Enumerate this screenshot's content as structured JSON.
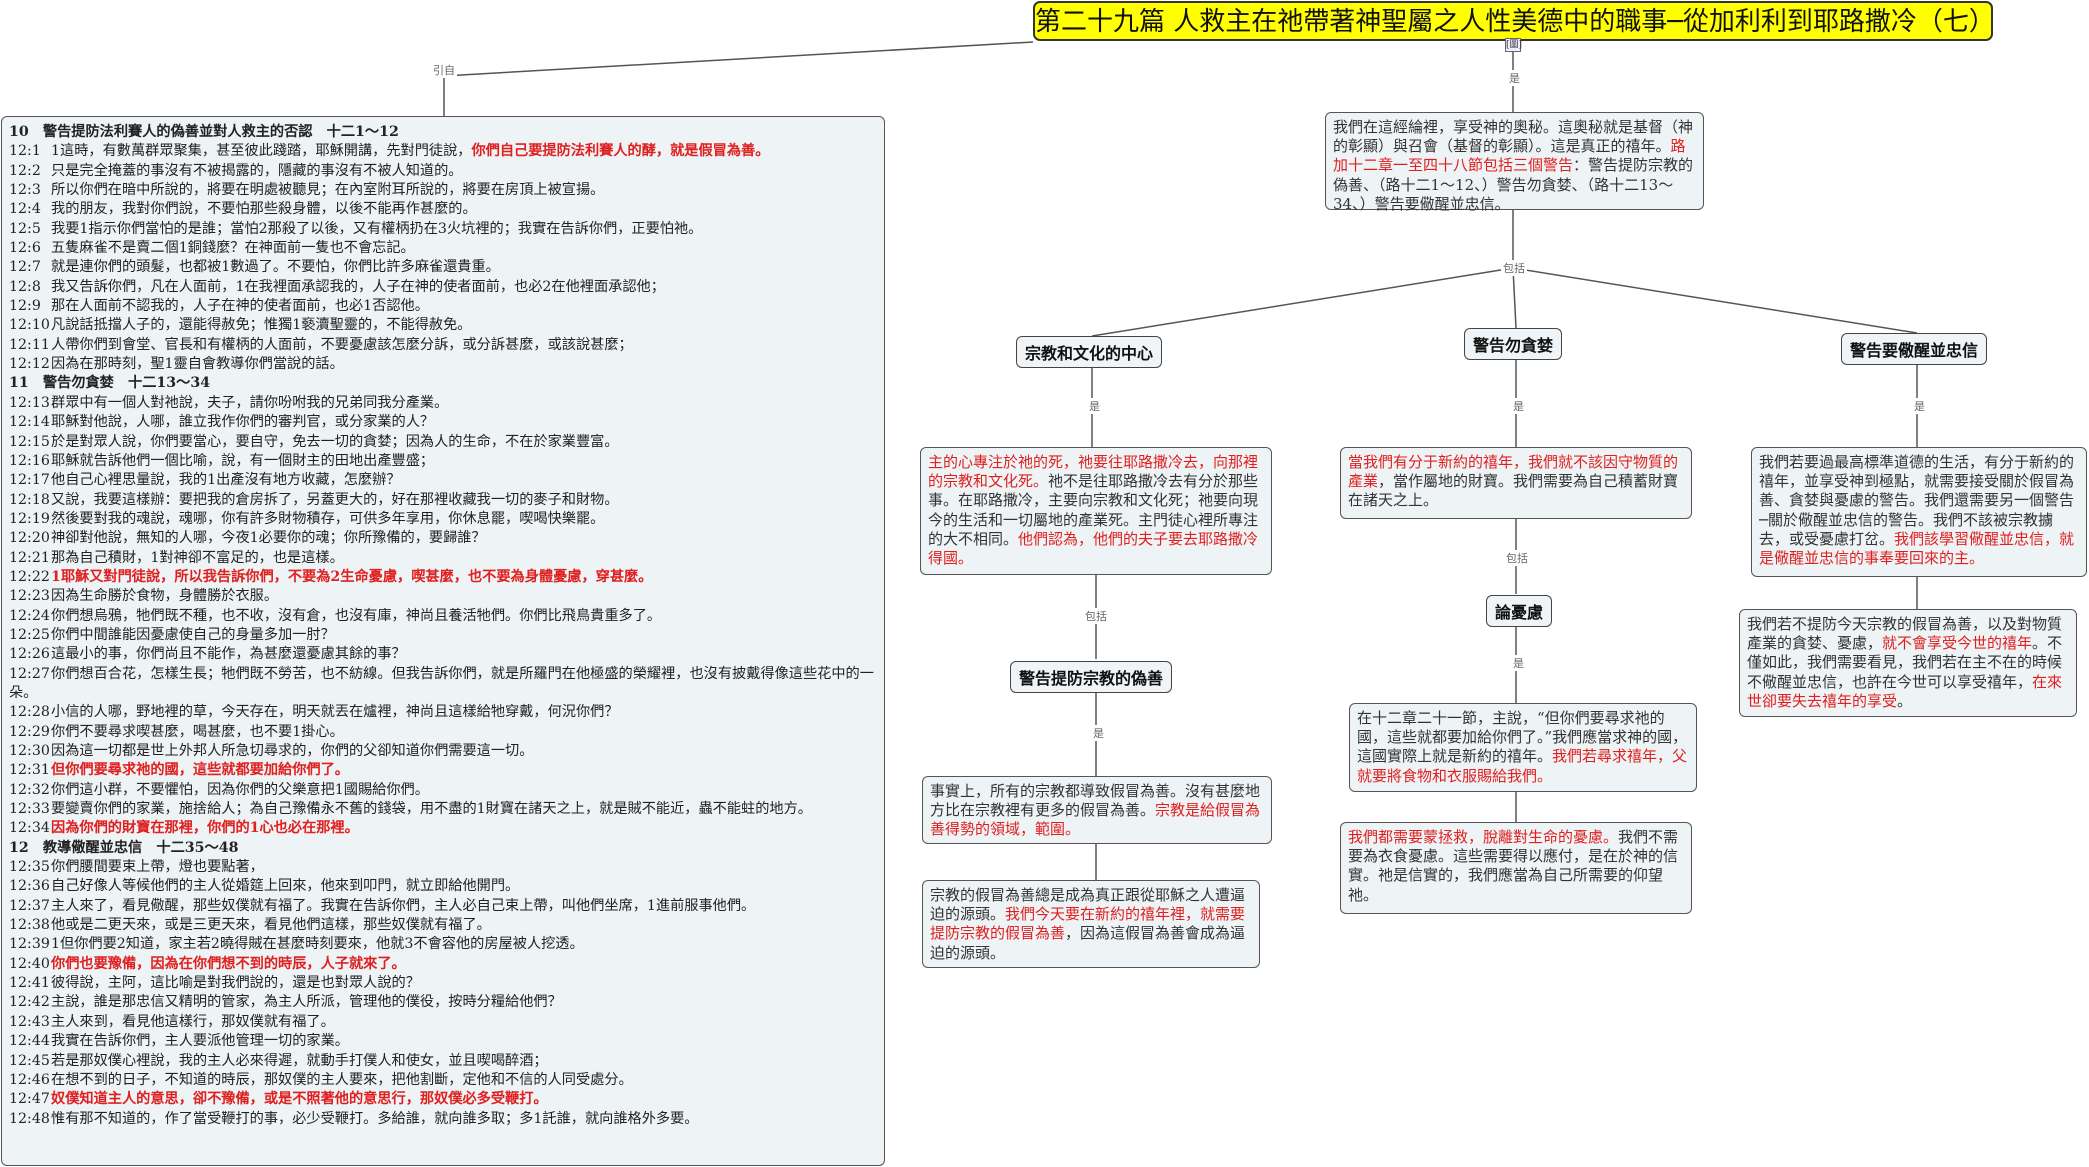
{
  "title": "第二十九篇 人救主在祂帶著神聖屬之人性美德中的職事─從加利利到耶路撒冷（七）",
  "connector_labels": {
    "yinbai": "引自",
    "shi": "是",
    "baokuo": "包括"
  },
  "node_icon": "[圖]",
  "colors": {
    "title_bg": "#ffff00",
    "box_bg": "#eef3f5",
    "highlight": "#e02020"
  },
  "left_sections": [
    {
      "heading": "10　警告提防法利賽人的偽善並對人救主的否認　十二1～12",
      "verses": [
        {
          "num": "12:1",
          "parts": [
            {
              "t": "1這時，有數萬群眾聚集，甚至彼此踐踏，耶穌開講，先對門徒說，",
              "s": "n"
            },
            {
              "t": "你們自己要提防法利賽人的酵，就是假冒為善。",
              "s": "rb"
            }
          ]
        },
        {
          "num": "12:2",
          "parts": [
            {
              "t": "只是完全掩蓋的事沒有不被揭露的，隱藏的事沒有不被人知道的。",
              "s": "n"
            }
          ]
        },
        {
          "num": "12:3",
          "parts": [
            {
              "t": "所以你們在暗中所說的，將要在明處被聽見；在內室附耳所說的，將要在房頂上被宣揚。",
              "s": "n"
            }
          ]
        },
        {
          "num": "12:4",
          "parts": [
            {
              "t": "我的朋友，我對你們說，不要怕那些殺身體，以後不能再作甚麼的。",
              "s": "n"
            }
          ]
        },
        {
          "num": "12:5",
          "parts": [
            {
              "t": "我要1指示你們當怕的是誰；當怕2那殺了以後，又有權柄扔在3火坑裡的；我實在告訴你們，正要怕祂。",
              "s": "n"
            }
          ]
        },
        {
          "num": "12:6",
          "parts": [
            {
              "t": "五隻麻雀不是賣二個1銅錢麼？在神面前一隻也不會忘記。",
              "s": "n"
            }
          ]
        },
        {
          "num": "12:7",
          "parts": [
            {
              "t": "就是連你們的頭髮，也都被1數過了。不要怕，你們比許多麻雀還貴重。",
              "s": "n"
            }
          ]
        },
        {
          "num": "12:8",
          "parts": [
            {
              "t": "我又告訴你們，凡在人面前，1在我裡面承認我的，人子在神的使者面前，也必2在他裡面承認他；",
              "s": "n"
            }
          ]
        },
        {
          "num": "12:9",
          "parts": [
            {
              "t": "那在人面前不認我的，人子在神的使者面前，也必1否認他。",
              "s": "n"
            }
          ]
        },
        {
          "num": "12:10",
          "parts": [
            {
              "t": "凡說話抵擋人子的，還能得赦免；惟獨1褻瀆聖靈的，不能得赦免。",
              "s": "n"
            }
          ]
        },
        {
          "num": "12:11",
          "parts": [
            {
              "t": "人帶你們到會堂、官長和有權柄的人面前，不要憂慮該怎麼分訴，或分訴甚麼，或該說甚麼；",
              "s": "n"
            }
          ]
        },
        {
          "num": "12:12",
          "parts": [
            {
              "t": "因為在那時刻，聖1靈自會教導你們當說的話。",
              "s": "n"
            }
          ]
        }
      ]
    },
    {
      "heading": "11　警告勿貪婪　十二13～34",
      "verses": [
        {
          "num": "12:13",
          "parts": [
            {
              "t": "群眾中有一個人對祂說，夫子，請你吩咐我的兄弟同我分產業。",
              "s": "n"
            }
          ]
        },
        {
          "num": "12:14",
          "parts": [
            {
              "t": "耶穌對他說，人哪，誰立我作你們的審判官，或分家業的人？",
              "s": "n"
            }
          ]
        },
        {
          "num": "12:15",
          "parts": [
            {
              "t": "於是對眾人說，你們要當心，要自守，免去一切的貪婪；因為人的生命，不在於家業豐富。",
              "s": "n"
            }
          ]
        },
        {
          "num": "12:16",
          "parts": [
            {
              "t": "耶穌就告訴他們一個比喻，說，有一個財主的田地出產豐盛；",
              "s": "n"
            }
          ]
        },
        {
          "num": "12:17",
          "parts": [
            {
              "t": "他自己心裡思量說，我的1出產沒有地方收藏，怎麼辦？",
              "s": "n"
            }
          ]
        },
        {
          "num": "12:18",
          "parts": [
            {
              "t": "又說，我要這樣辦：要把我的倉房拆了，另蓋更大的，好在那裡收藏我一切的麥子和財物。",
              "s": "n"
            }
          ]
        },
        {
          "num": "12:19",
          "parts": [
            {
              "t": "然後要對我的魂說，魂哪，你有許多財物積存，可供多年享用，你休息罷，喫喝快樂罷。",
              "s": "n"
            }
          ]
        },
        {
          "num": "12:20",
          "parts": [
            {
              "t": "神卻對他說，無知的人哪，今夜1必要你的魂；你所豫備的，要歸誰？",
              "s": "n"
            }
          ]
        },
        {
          "num": "12:21",
          "parts": [
            {
              "t": "那為自己積財，1對神卻不富足的，也是這樣。",
              "s": "n"
            }
          ]
        },
        {
          "num": "12:22",
          "parts": [
            {
              "t": "1耶穌又對門徒說，所以我告訴你們，不要為2生命憂慮，喫甚麼，也不要為身體憂慮，穿甚麼。",
              "s": "rb"
            }
          ]
        },
        {
          "num": "12:23",
          "parts": [
            {
              "t": "因為生命勝於食物，身體勝於衣服。",
              "s": "n"
            }
          ]
        },
        {
          "num": "12:24",
          "parts": [
            {
              "t": "你們想烏鴉，牠們既不種，也不收，沒有倉，也沒有庫，神尚且養活牠們。你們比飛鳥貴重多了。",
              "s": "n"
            }
          ]
        },
        {
          "num": "12:25",
          "parts": [
            {
              "t": "你們中間誰能因憂慮使自己的身量多加一肘？",
              "s": "n"
            }
          ]
        },
        {
          "num": "12:26",
          "parts": [
            {
              "t": "這最小的事，你們尚且不能作，為甚麼還憂慮其餘的事？",
              "s": "n"
            }
          ]
        },
        {
          "num": "12:27",
          "parts": [
            {
              "t": "你們想百合花，怎樣生長；牠們既不勞苦，也不紡線。但我告訴你們，就是所羅門在他極盛的榮耀裡，也沒有披戴得像這些花中的一朵。",
              "s": "n"
            }
          ]
        },
        {
          "num": "12:28",
          "parts": [
            {
              "t": "小信的人哪，野地裡的草，今天存在，明天就丟在爐裡，神尚且這樣給牠穿戴，何況你們？",
              "s": "n"
            }
          ]
        },
        {
          "num": "12:29",
          "parts": [
            {
              "t": "你們不要尋求喫甚麼，喝甚麼，也不要1掛心。",
              "s": "n"
            }
          ]
        },
        {
          "num": "12:30",
          "parts": [
            {
              "t": "因為這一切都是世上外邦人所急切尋求的，你們的父卻知道你們需要這一切。",
              "s": "n"
            }
          ]
        },
        {
          "num": "12:31",
          "parts": [
            {
              "t": "但你們要尋求祂的國，這些就都要加給你們了。",
              "s": "rb"
            }
          ]
        },
        {
          "num": "12:32",
          "parts": [
            {
              "t": "你們這小群，不要懼怕，因為你們的父樂意把1國賜給你們。",
              "s": "n"
            }
          ]
        },
        {
          "num": "12:33",
          "parts": [
            {
              "t": "要變賣你們的家業，施捨給人；為自己豫備永不舊的錢袋，用不盡的1財寶在諸天之上，就是賊不能近，蟲不能蛀的地方。",
              "s": "n"
            }
          ]
        },
        {
          "num": "12:34",
          "parts": [
            {
              "t": "因為你們的財寶在那裡，你們的1心也必在那裡。",
              "s": "rb"
            }
          ]
        }
      ]
    },
    {
      "heading": "12　教導儆醒並忠信　十二35～48",
      "verses": [
        {
          "num": "12:35",
          "parts": [
            {
              "t": "你們腰間要束上帶，燈也要點著，",
              "s": "n"
            }
          ]
        },
        {
          "num": "12:36",
          "parts": [
            {
              "t": "自己好像人等候他們的主人從婚筵上回來，他來到叩門，就立即給他開門。",
              "s": "n"
            }
          ]
        },
        {
          "num": "12:37",
          "parts": [
            {
              "t": "主人來了，看見儆醒，那些奴僕就有福了。我實在告訴你們，主人必自己束上帶，叫他們坐席，1進前服事他們。",
              "s": "n"
            }
          ]
        },
        {
          "num": "12:38",
          "parts": [
            {
              "t": "他或是二更天來，或是三更天來，看見他們這樣，那些奴僕就有福了。",
              "s": "n"
            }
          ]
        },
        {
          "num": "12:39",
          "parts": [
            {
              "t": "1但你們要2知道，家主若2曉得賊在甚麼時刻要來，他就3不會容他的房屋被人挖透。",
              "s": "n"
            }
          ]
        },
        {
          "num": "12:40",
          "parts": [
            {
              "t": "你們也要豫備，因為在你們想不到的時辰，人子就來了。",
              "s": "rb"
            }
          ]
        },
        {
          "num": "12:41",
          "parts": [
            {
              "t": "彼得說，主阿，這比喻是對我們說的，還是也對眾人說的？",
              "s": "n"
            }
          ]
        },
        {
          "num": "12:42",
          "parts": [
            {
              "t": "主說，誰是那忠信又精明的管家，為主人所派，管理他的僕役，按時分糧給他們？",
              "s": "n"
            }
          ]
        },
        {
          "num": "12:43",
          "parts": [
            {
              "t": "主人來到，看見他這樣行，那奴僕就有福了。",
              "s": "n"
            }
          ]
        },
        {
          "num": "12:44",
          "parts": [
            {
              "t": "我實在告訴你們，主人要派他管理一切的家業。",
              "s": "n"
            }
          ]
        },
        {
          "num": "12:45",
          "parts": [
            {
              "t": "若是那奴僕心裡說，我的主人必來得遲，就動手打僕人和使女，並且喫喝醉酒；",
              "s": "n"
            }
          ]
        },
        {
          "num": "12:46",
          "parts": [
            {
              "t": "在想不到的日子，不知道的時辰，那奴僕的主人要來，把他割斷，定他和不信的人同受處分。",
              "s": "n"
            }
          ]
        },
        {
          "num": "12:47",
          "parts": [
            {
              "t": "奴僕知道主人的意思，卻不豫備，或是不照著他的意思行，那奴僕必多受鞭打。",
              "s": "rb"
            }
          ]
        },
        {
          "num": "12:48",
          "parts": [
            {
              "t": "惟有那不知道的，作了當受鞭打的事，必少受鞭打。多給誰，就向誰多取；多1託誰，就向誰格外多要。",
              "s": "n"
            }
          ]
        }
      ]
    }
  ],
  "summary_node": [
    {
      "t": "我們在這經綸裡，享受神的奧秘。這奧秘就是基督（神的彰顯）與召會（基督的彰顯）。這是真正的禧年。",
      "s": "n"
    },
    {
      "t": "路加十二章一至四十八節包括三個警告",
      "s": "r"
    },
    {
      "t": "：警告提防宗教的偽善、（路十二1～12、）警告勿貪婪、（路十二13～34、）警告要儆醒並忠信。",
      "s": "n"
    }
  ],
  "topics": {
    "religion_center": "宗教和文化的中心",
    "warn_greed": "警告勿貪婪",
    "warn_watch": "警告要儆醒並忠信",
    "warn_hypocrisy": "警告提防宗教的偽善",
    "anxiety": "論憂慮"
  },
  "details": {
    "religion_center": [
      {
        "t": "主的心專注於祂的死，祂要往耶路撒冷去，向那裡的宗教和文化死。",
        "s": "r"
      },
      {
        "t": "祂不是往耶路撒冷去有分於那些事。在耶路撒冷，主要向宗教和文化死；祂要向現今的生活和一切屬地的產業死。主門徒心裡所專注的大不相同。",
        "s": "n"
      },
      {
        "t": "他們認為，他們的夫子要去耶路撒冷得國。",
        "s": "r"
      }
    ],
    "hypocrisy_1": [
      {
        "t": "事實上，所有的宗教都導致假冒為善。沒有甚麼地方比在宗教裡有更多的假冒為善。",
        "s": "n"
      },
      {
        "t": "宗教是給假冒為善得勢的領域，範圍。",
        "s": "r"
      }
    ],
    "hypocrisy_2": [
      {
        "t": "宗教的假冒為善總是成為真正跟從耶穌之人遭逼迫的源頭。",
        "s": "n"
      },
      {
        "t": "我們今天要在新約的禧年裡，就需要提防宗教的假冒為善",
        "s": "r"
      },
      {
        "t": "，因為這假冒為善會成為逼迫的源頭。",
        "s": "n"
      }
    ],
    "greed": [
      {
        "t": "當我們有分于新約的禧年，我們就不該因守物質的產業",
        "s": "r"
      },
      {
        "t": "，當作屬地的財寶。我們需要為自己積蓄財寶在諸天之上。",
        "s": "n"
      }
    ],
    "anxiety_1": [
      {
        "t": "在十二章二十一節，主說，“但你們要尋求祂的國，這些就都要加給你們了。”我們應當求神的國，這國實際上就是新約的禧年。",
        "s": "n"
      },
      {
        "t": "我們若尋求禧年，父就要將食物和衣服賜給我們。",
        "s": "r"
      }
    ],
    "anxiety_2": [
      {
        "t": "我們都需要蒙拯救，脫離對生命的憂慮。",
        "s": "r"
      },
      {
        "t": "我們不需要為衣食憂慮。這些需要得以應付，是在於神的信實。祂是信實的，我們應當為自己所需要的仰望祂。",
        "s": "n"
      }
    ],
    "watch_1": [
      {
        "t": "我們若要過最高標準道德的生活，有分于新約的禧年，並享受神到極點，就需要接受關於假冒為善、貪婪與憂慮的警告。我們還需要另一個警告─關於儆醒並忠信的警告。我們不該被宗教擄去，或受憂慮打岔。",
        "s": "n"
      },
      {
        "t": "我們該學習儆醒並忠信，就是儆醒並忠信的事奉要回來的主。",
        "s": "r"
      }
    ],
    "watch_2": [
      {
        "t": "我們若不提防今天宗教的假冒為善，以及對物質產業的貪婪、憂慮，",
        "s": "n"
      },
      {
        "t": "就不會享受今世的禧年",
        "s": "r"
      },
      {
        "t": "。不僅如此，我們需要看見，我們若在主不在的時候不儆醒並忠信，也許在今世可以享受禧年，",
        "s": "n"
      },
      {
        "t": "在來世卻要失去禧年的享受",
        "s": "r"
      },
      {
        "t": "。",
        "s": "n"
      }
    ]
  }
}
